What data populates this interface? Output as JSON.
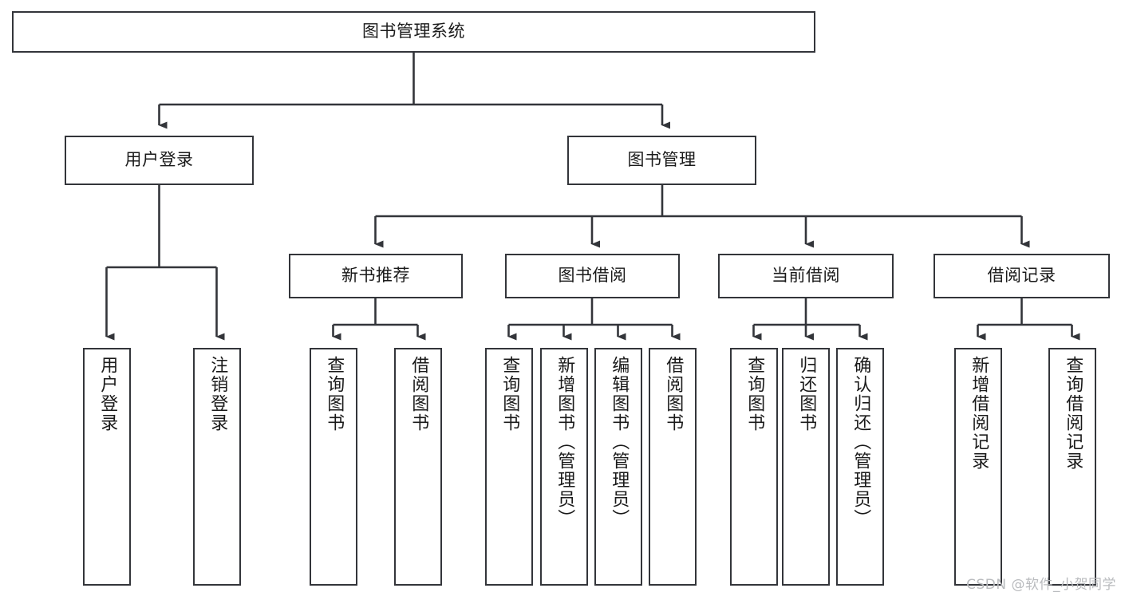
{
  "diagram": {
    "title": "图书管理系统",
    "watermark": "CSDN @软件_小贺同学",
    "colors": {
      "box_border": "#33353a",
      "box_fill": "#ffffff",
      "connector": "#33353a",
      "text": "#1a1a1a",
      "watermark": "#b9bbbe",
      "background": "#ffffff"
    },
    "levels": {
      "root": {
        "label": "图书管理系统"
      },
      "level2": [
        {
          "id": "user-login",
          "label": "用户登录"
        },
        {
          "id": "book-manage",
          "label": "图书管理"
        }
      ],
      "level3": [
        {
          "id": "new-book-recommend",
          "label": "新书推荐"
        },
        {
          "id": "book-borrow",
          "label": "图书借阅"
        },
        {
          "id": "current-borrow",
          "label": "当前借阅"
        },
        {
          "id": "borrow-record",
          "label": "借阅记录"
        }
      ],
      "leaves": {
        "user-login": [
          {
            "id": "leaf-user-login",
            "label": "用户登录"
          },
          {
            "id": "leaf-logout-login",
            "label": "注销登录"
          }
        ],
        "new-book-recommend": [
          {
            "id": "leaf-query-book-1",
            "label": "查询图书"
          },
          {
            "id": "leaf-borrow-book-1",
            "label": "借阅图书"
          }
        ],
        "book-borrow": [
          {
            "id": "leaf-query-book-2",
            "label": "查询图书"
          },
          {
            "id": "leaf-add-book",
            "label": "新增图书（管理员）"
          },
          {
            "id": "leaf-edit-book",
            "label": "编辑图书（管理员）"
          },
          {
            "id": "leaf-borrow-book-2",
            "label": "借阅图书"
          }
        ],
        "current-borrow": [
          {
            "id": "leaf-query-book-3",
            "label": "查询图书"
          },
          {
            "id": "leaf-return-book",
            "label": "归还图书"
          },
          {
            "id": "leaf-confirm-return",
            "label": "确认归还（管理员）"
          }
        ],
        "borrow-record": [
          {
            "id": "leaf-add-record",
            "label": "新增借阅记录"
          },
          {
            "id": "leaf-query-record",
            "label": "查询借阅记录"
          }
        ]
      }
    }
  }
}
